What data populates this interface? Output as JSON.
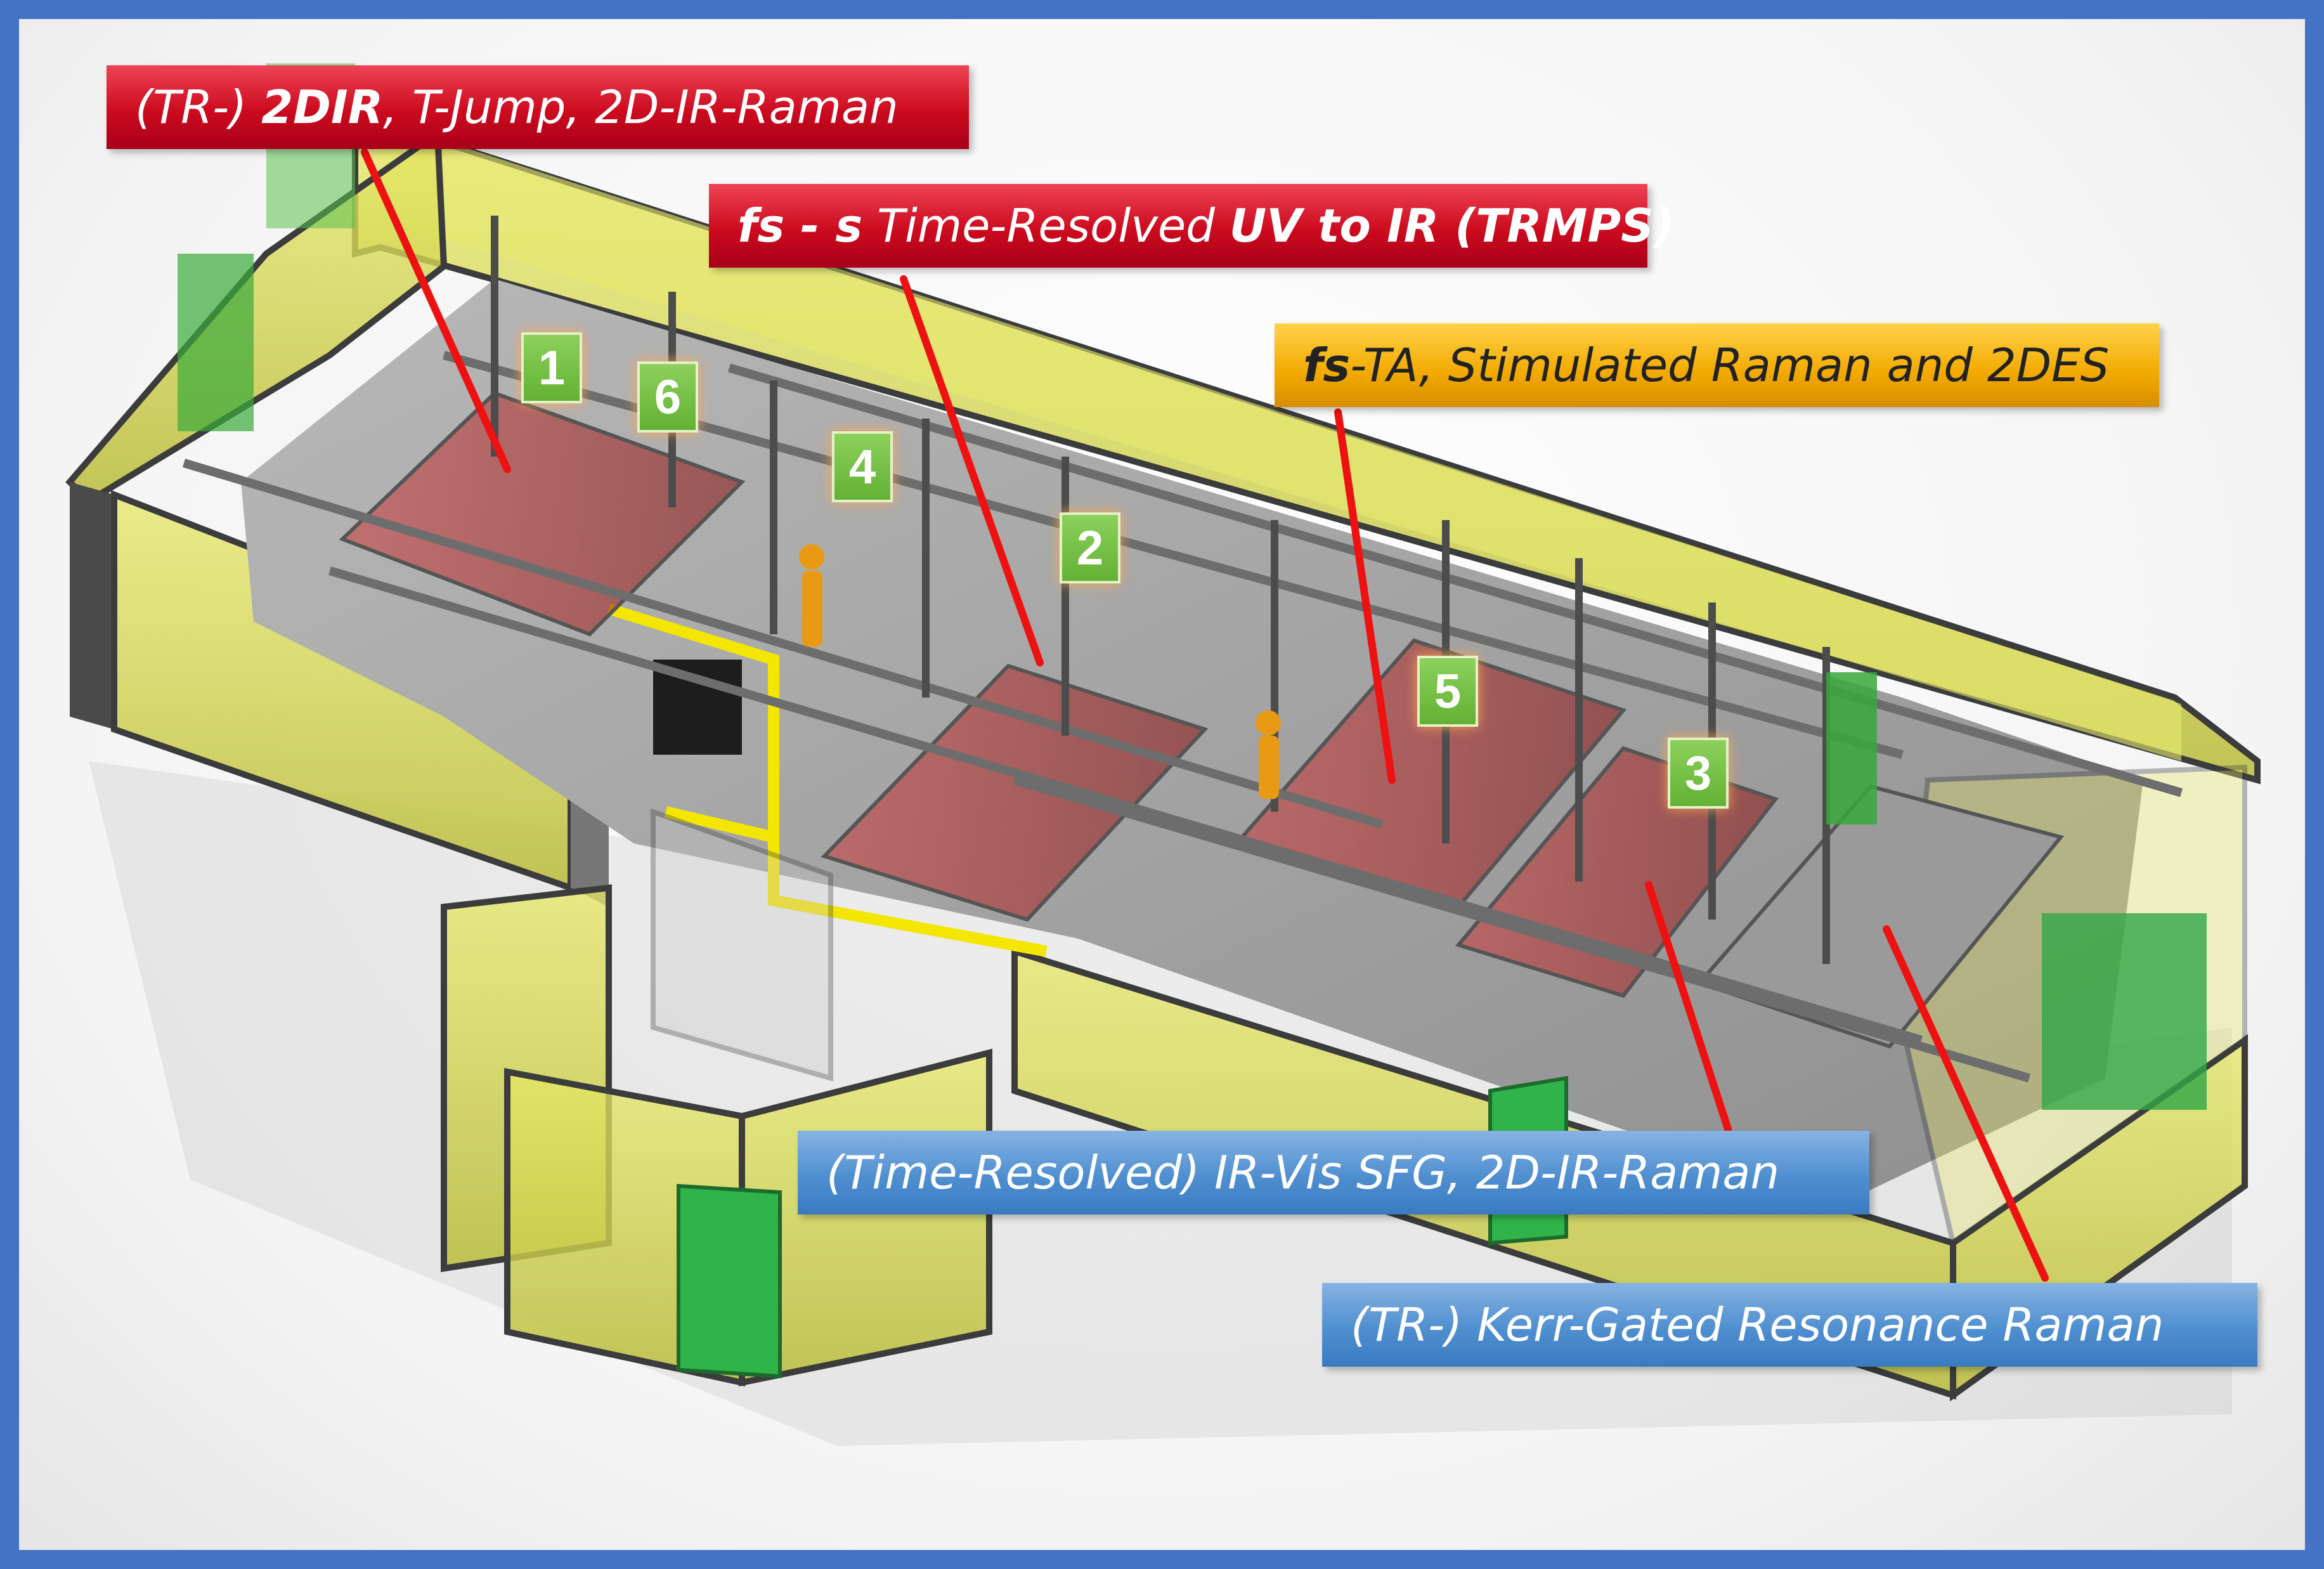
{
  "labels": {
    "twodir": {
      "pre": "(TR-) ",
      "bold": "2DIR",
      "post": ", T-Jump, 2D-IR-Raman"
    },
    "trmps": {
      "bold1": "fs - s",
      "mid": " Time-Resolved ",
      "bold2": "UV to IR (TRMPS)"
    },
    "fsta": {
      "bold": "fs",
      "post": "-TA, Stimulated Raman and 2DES"
    },
    "sfg": {
      "text": "(Time-Resolved) IR-Vis SFG, 2D-IR-Raman"
    },
    "kerr": {
      "text": "(TR-) Kerr-Gated Resonance Raman"
    }
  },
  "stations": [
    "1",
    "6",
    "4",
    "2",
    "5",
    "3"
  ],
  "colors": {
    "frame": "#4472c4",
    "pointer": "#ee1111",
    "room_fill": "#e3e65a",
    "badge": "#6fbb3c",
    "banner_red": "#cc0a1e",
    "banner_gold": "#f2a900",
    "banner_blue": "#4f8fd0"
  }
}
